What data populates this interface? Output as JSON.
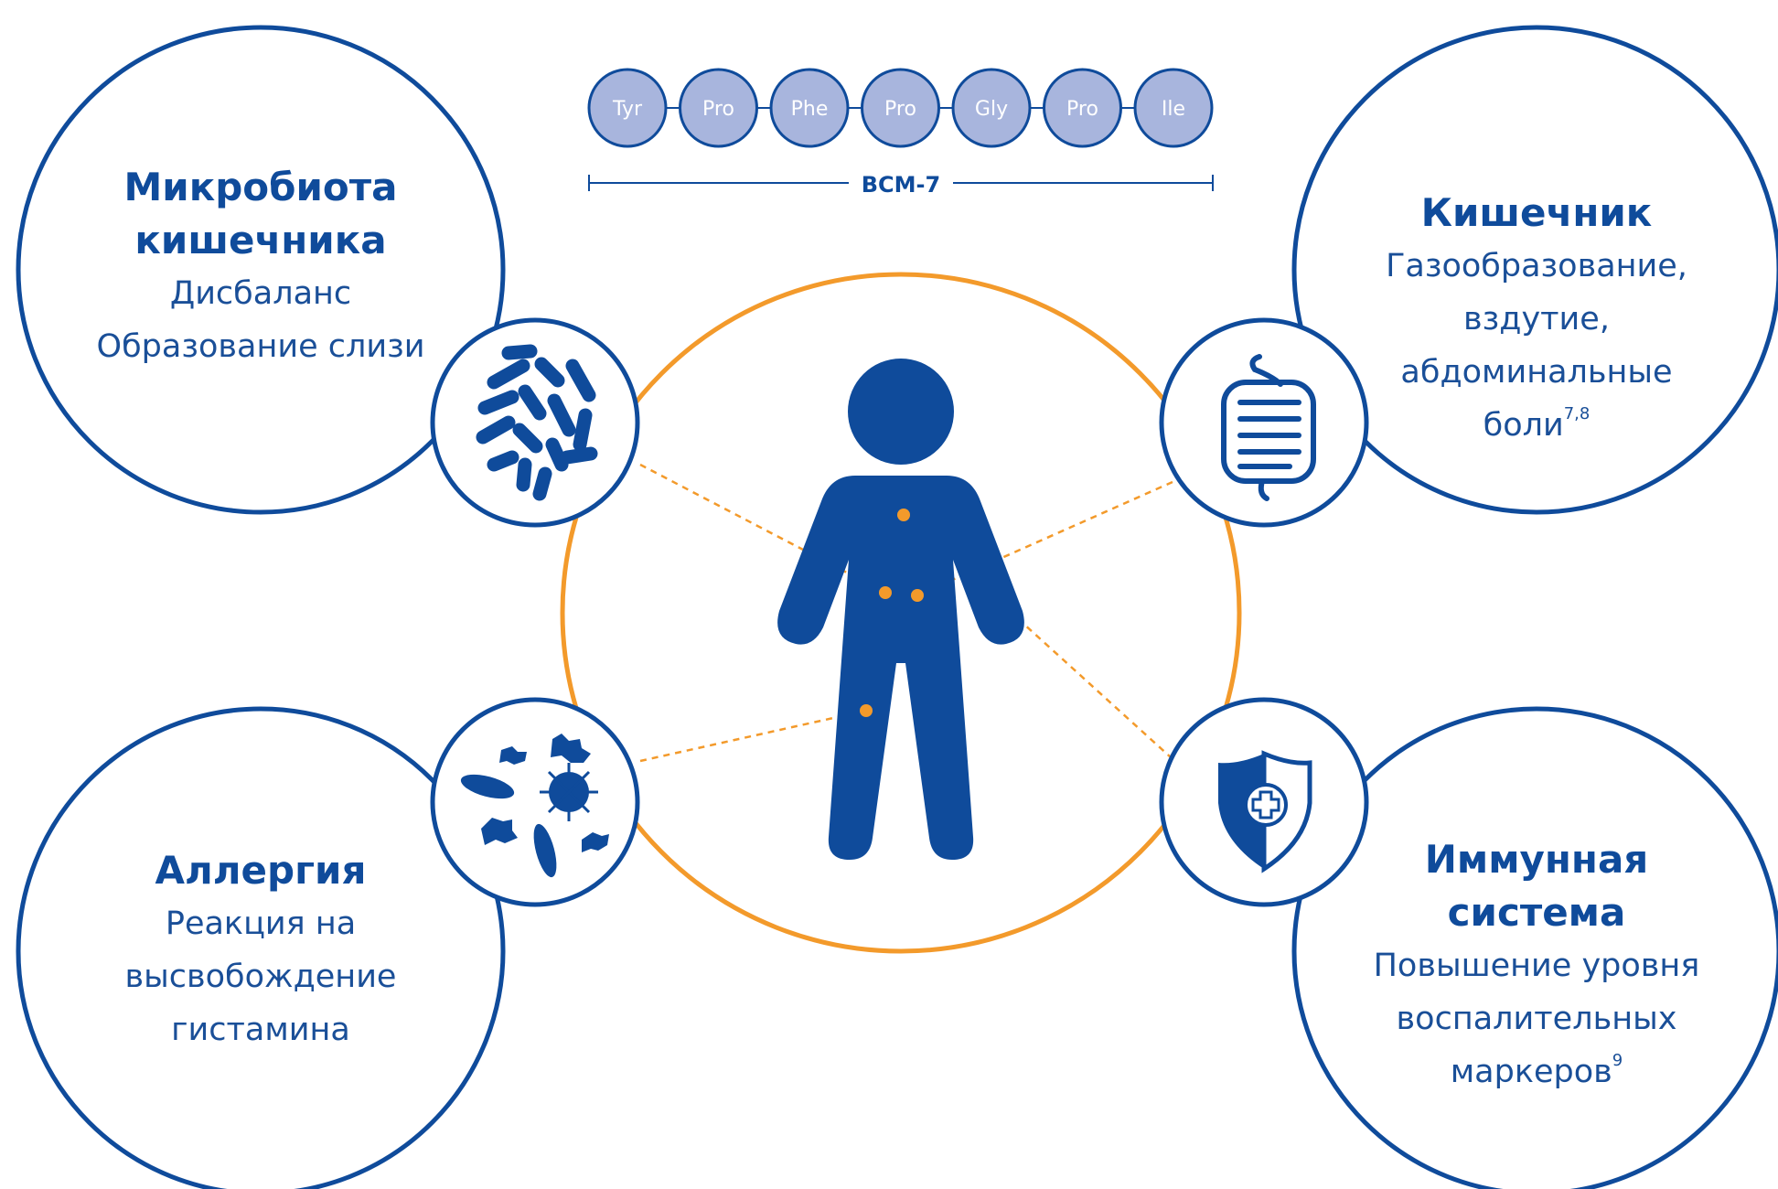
{
  "colors": {
    "primary_blue": "#0f4b9b",
    "orange": "#f39a2b",
    "amino_fill": "#a8b5dd",
    "white": "#ffffff"
  },
  "peptide": {
    "residues": [
      "Tyr",
      "Pro",
      "Phe",
      "Pro",
      "Gly",
      "Pro",
      "Ile"
    ],
    "label": "BCM-7"
  },
  "panels": {
    "microbiota": {
      "title_lines": [
        "Микробиота",
        "кишечника"
      ],
      "text_lines": [
        "Дисбаланс",
        "Образование слизи"
      ],
      "icon": "bacteria-icon"
    },
    "gut": {
      "title_lines": [
        "Кишечник"
      ],
      "text_lines": [
        "Газообразование,",
        "вздутие,",
        "абдоминальные",
        "боли"
      ],
      "sup": "7,8",
      "icon": "intestine-icon"
    },
    "allergy": {
      "title_lines": [
        "Аллергия"
      ],
      "text_lines": [
        "Реакция на",
        "высвобождение",
        "гистамина"
      ],
      "icon": "microbes-icon"
    },
    "immune": {
      "title_lines": [
        "Иммунная",
        "система"
      ],
      "text_lines": [
        "Повышение уровня",
        "воспалительных",
        "маркеров"
      ],
      "sup": "9",
      "icon": "shield-cross-icon"
    }
  },
  "center": {
    "icon": "human-figure-icon"
  }
}
